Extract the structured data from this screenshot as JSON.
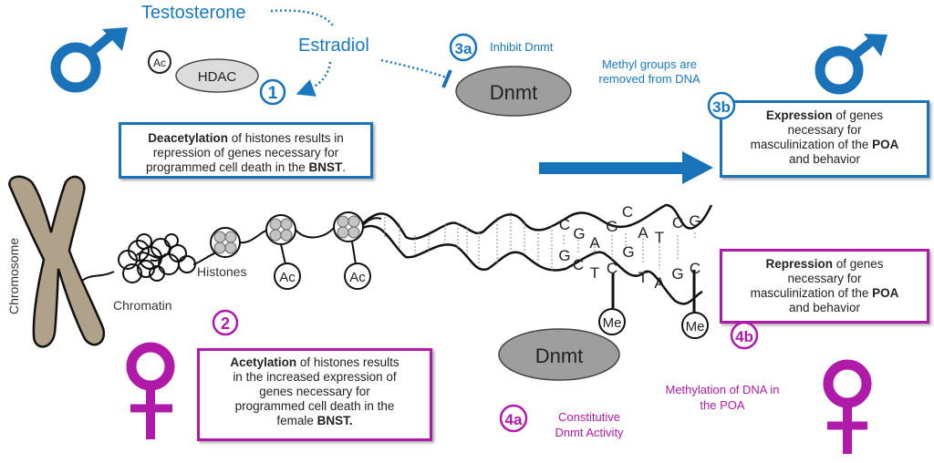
{
  "colors": {
    "male_blue": "#1a72b8",
    "label_blue": "#1a78c2",
    "female_magenta": "#b01aa8",
    "chromosome_tan": "#b0a28a",
    "enzyme_gray": "#9e9e9e",
    "hdac_gray": "#dcdcdc"
  },
  "male": {
    "hormone_1": "Testosterone",
    "hormone_2": "Estradiol",
    "step1_badge": "1",
    "enzyme_hdac": "HDAC",
    "ac_small": "Ac",
    "step3a_badge": "3a",
    "step3a_label": "Inhibit Dnmt",
    "dnmt_label": "Dnmt",
    "methyl_note_line1": "Methyl groups are",
    "methyl_note_line2": "removed from DNA",
    "box1": {
      "bold": "Deacetylation",
      "rest1": " of histones results in",
      "line2": "repression of genes necessary for",
      "line3_pre": "programmed cell death in the ",
      "line3_bold": "BNST",
      "line3_post": "."
    },
    "step3b_badge": "3b",
    "box3b": {
      "bold": "Expression",
      "rest1": " of genes",
      "line2": "necessary for",
      "line3_pre": "masculinization of the ",
      "line3_bold": "POA",
      "line4": "and behavior"
    }
  },
  "center": {
    "chromosome_label": "Chromosome",
    "chromatin_label": "Chromatin",
    "histones_label": "Histones",
    "ac_label_1": "Ac",
    "ac_label_2": "Ac",
    "top_strand_bases": [
      "C",
      "G",
      "A",
      "G",
      "C",
      "A",
      "T",
      "C",
      "G"
    ],
    "bottom_strand_bases": [
      "G",
      "C",
      "T",
      "C",
      "G",
      "T",
      "A",
      "G",
      "C"
    ],
    "me_label_1": "Me",
    "me_label_2": "Me"
  },
  "female": {
    "step2_badge": "2",
    "box2": {
      "bold": "Acetylation",
      "rest1": " of histones results",
      "line2": "in the increased expression of",
      "line3": "genes necessary for",
      "line4": "programmed cell death in the",
      "line5_pre": "female ",
      "line5_bold": "BNST."
    },
    "dnmt_label": "Dnmt",
    "step4a_badge": "4a",
    "step4a_line1": "Constitutive",
    "step4a_line2": "Dnmt Activity",
    "methylation_line1": "Methylation of DNA in",
    "methylation_line2": "the POA",
    "step4b_badge": "4b",
    "box4b": {
      "bold": "Repression",
      "rest1": " of genes",
      "line2": "necessary for",
      "line3_pre": "masculinization of the ",
      "line3_bold": "POA",
      "line4": "and behavior"
    }
  }
}
